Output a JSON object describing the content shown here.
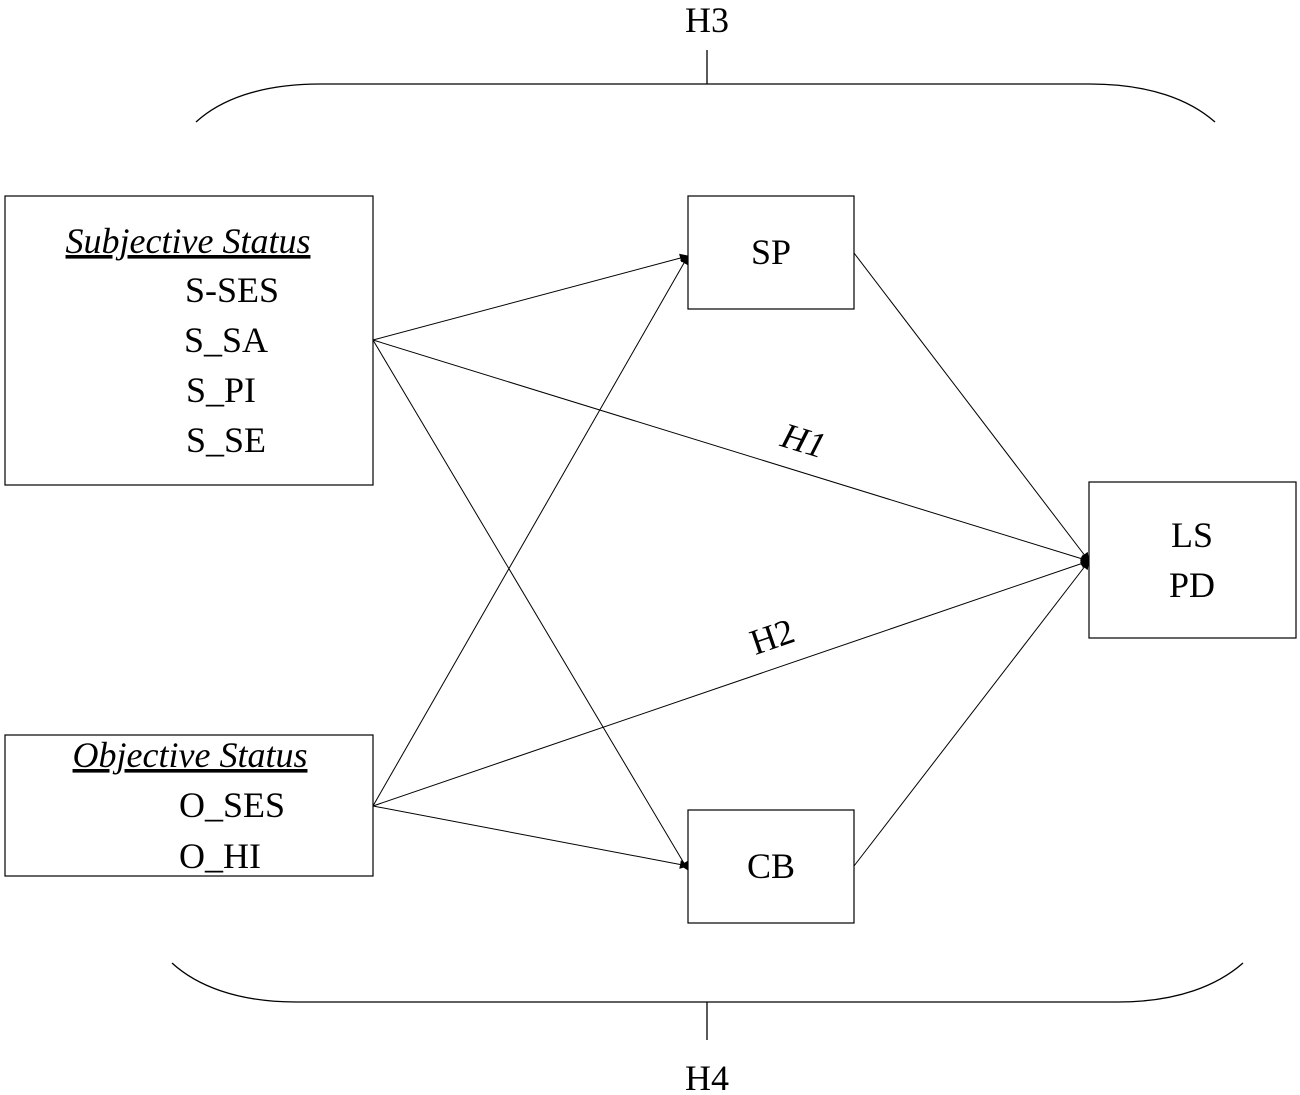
{
  "subjective": {
    "title": "Subjective Status",
    "items": [
      "S-SES",
      "S_SA",
      "S_PI",
      "S_SE"
    ]
  },
  "objective": {
    "title": "Objective Status",
    "items": [
      "O_SES",
      "O_HI"
    ]
  },
  "sp": {
    "label": "SP"
  },
  "cb": {
    "label": "CB"
  },
  "outcome": {
    "line1": "LS",
    "line2": "PD"
  },
  "hypotheses": {
    "h1": "H1",
    "h2": "H2",
    "h3": "H3",
    "h4": "H4"
  }
}
